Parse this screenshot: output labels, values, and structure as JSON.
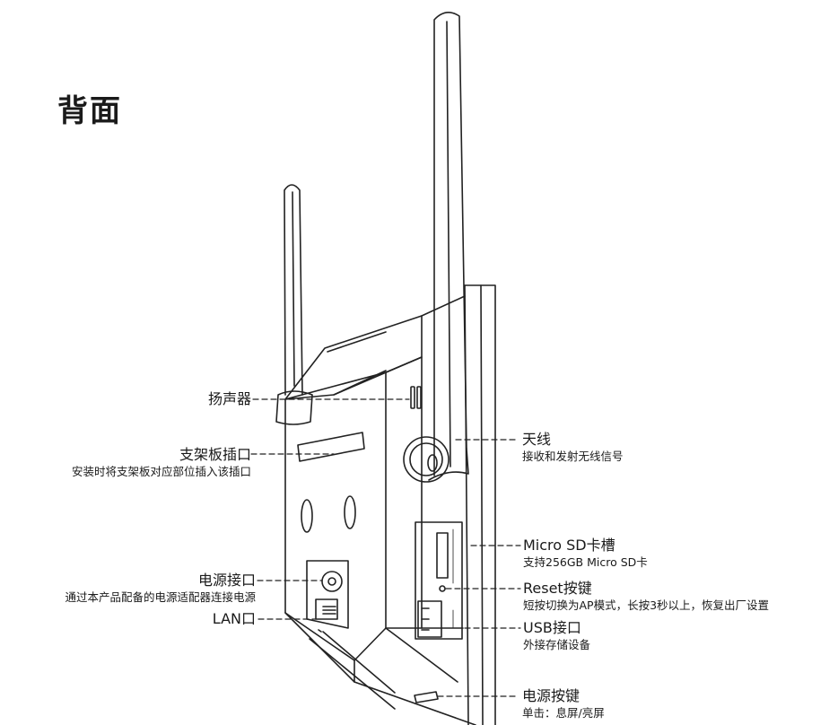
{
  "title": "背面",
  "callouts": {
    "speaker": {
      "name": "扬声器"
    },
    "bracket_slot": {
      "name": "支架板插口",
      "desc": "安装时将支架板对应部位插入该插口"
    },
    "power_port": {
      "name": "电源接口",
      "desc": "通过本产品配备的电源适配器连接电源"
    },
    "lan_port": {
      "name": "LAN口"
    },
    "antenna": {
      "name": "天线",
      "desc": "接收和发射无线信号"
    },
    "microsd_slot": {
      "name": "Micro SD卡槽",
      "desc": "支持256GB Micro SD卡"
    },
    "reset_button": {
      "name": "Reset按键",
      "desc": "短按切换为AP模式，长按3秒以上，恢复出厂设置"
    },
    "usb_port": {
      "name": "USB接口",
      "desc": "外接存储设备"
    },
    "power_button": {
      "name": "电源按键",
      "desc": "单击：息屏/亮屏"
    }
  },
  "colors": {
    "line": "#222222",
    "text": "#1a1a1a",
    "background": "#ffffff"
  }
}
